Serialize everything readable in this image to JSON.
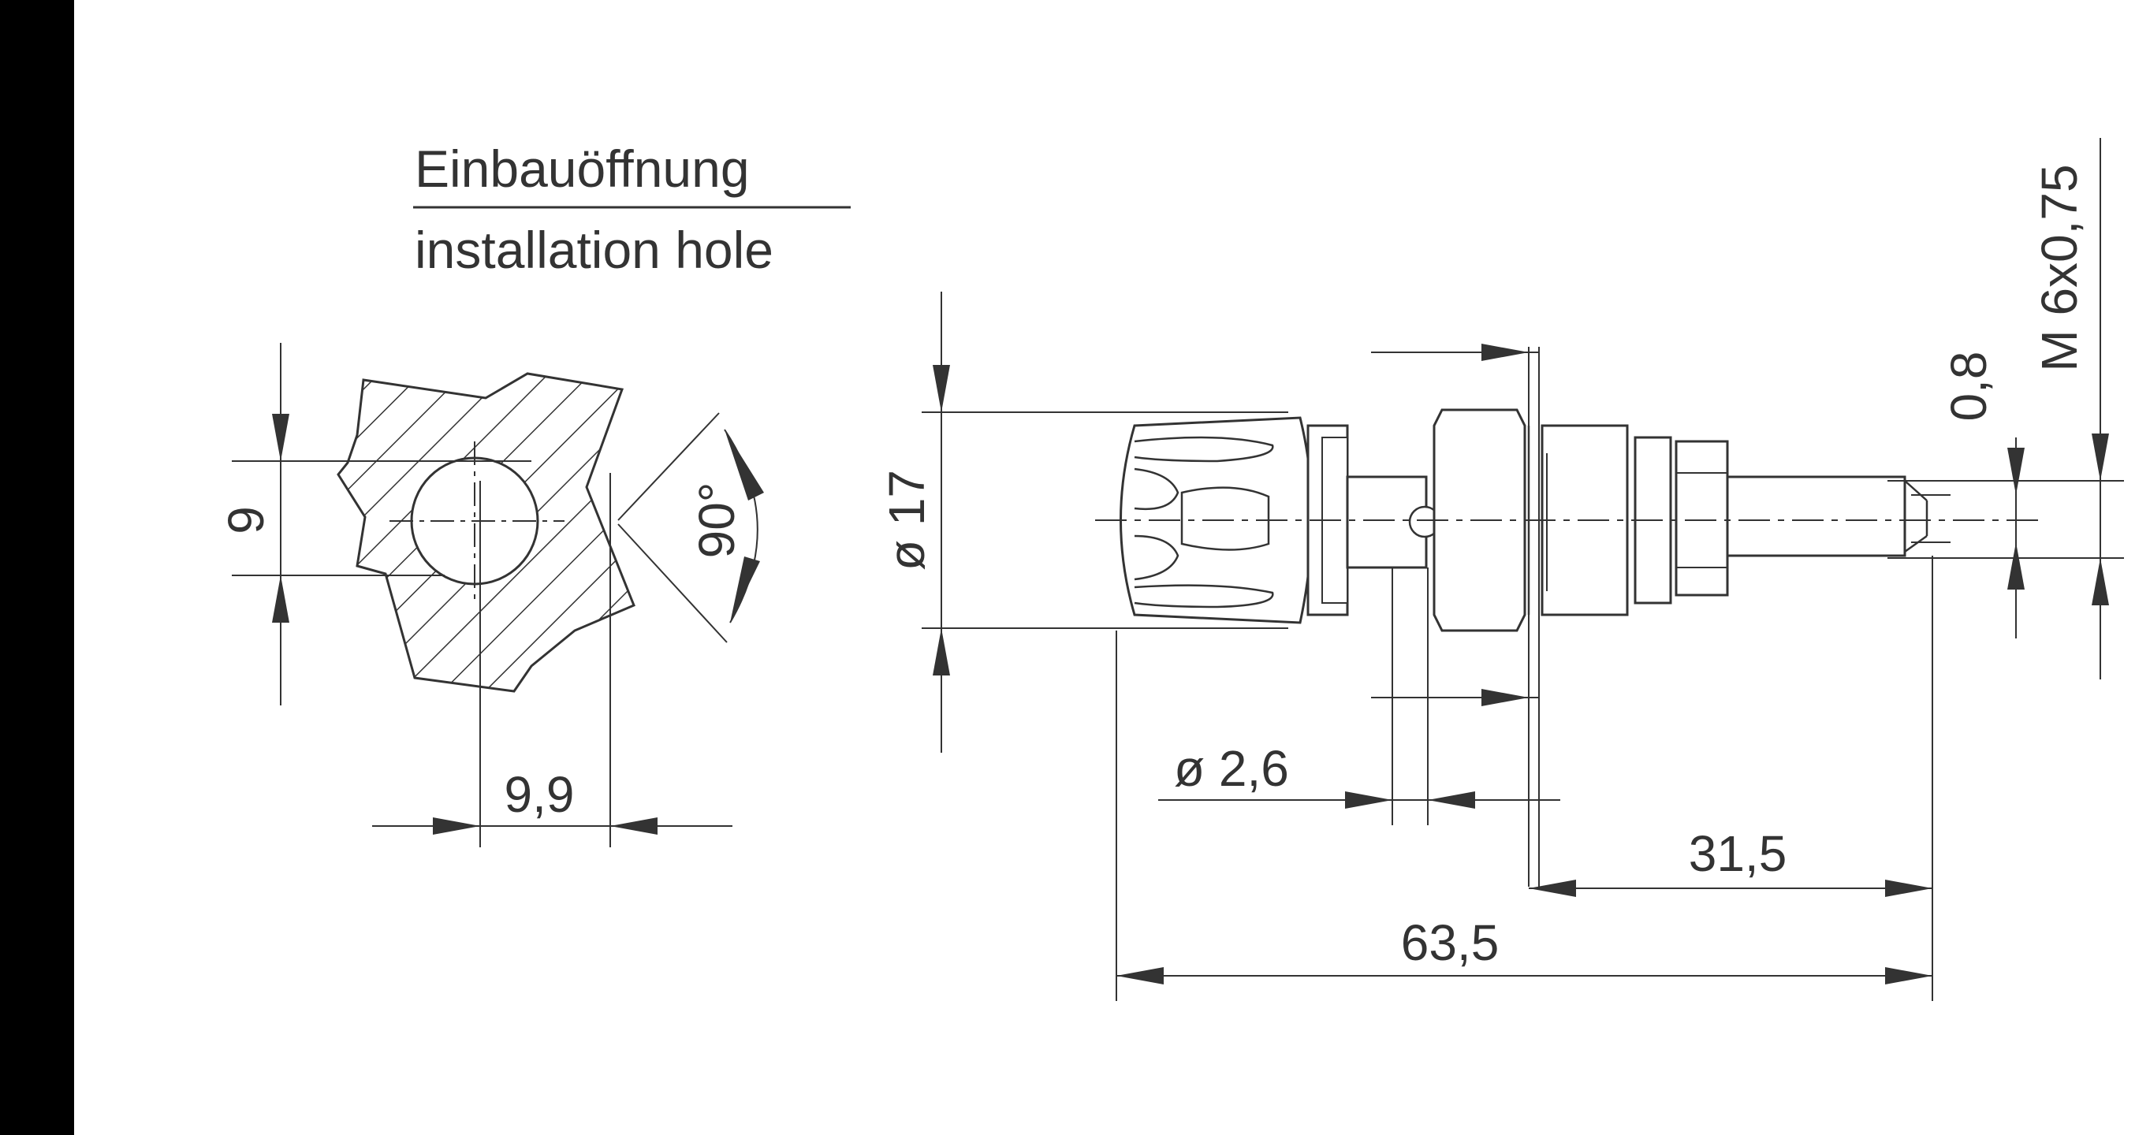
{
  "colors": {
    "ink": "#333333",
    "background": "#ffffff",
    "frame": "#000000"
  },
  "title": {
    "de": "Einbauöffnung",
    "en": "installation hole"
  },
  "dimensions": {
    "hole_height": "9",
    "hole_width": "9,9",
    "angle": "90°",
    "diameter_head": "ø 17",
    "diameter_pin": "ø 2,6",
    "length_thread": "31,5",
    "length_total": "63,5",
    "thread_spec": "M 6x0,75",
    "thread_step": "0,8"
  }
}
